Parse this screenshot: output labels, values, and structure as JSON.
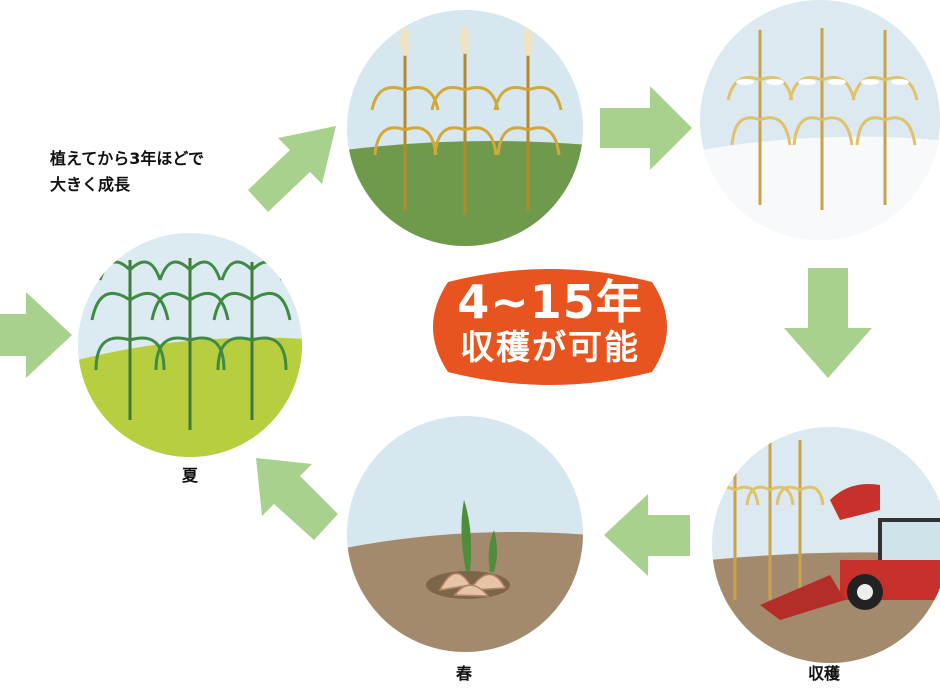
{
  "note": {
    "line1": "植えてから3年ほどで",
    "line2": "大きく成長"
  },
  "badge": {
    "line1": "4~15年",
    "line2": "収穫が可能",
    "color": "#e8541f"
  },
  "stages": [
    {
      "label": "夏"
    },
    {
      "label": ""
    },
    {
      "label": ""
    },
    {
      "label": "収穫"
    },
    {
      "label": "春"
    }
  ],
  "colors": {
    "arrow": "#a9d18e",
    "summer_ground": "#b7cf3f",
    "autumn_ground": "#6f9a4c",
    "sky": "#d6e7ef",
    "soil": "#a38a6c",
    "tractor_red": "#c8312b"
  }
}
